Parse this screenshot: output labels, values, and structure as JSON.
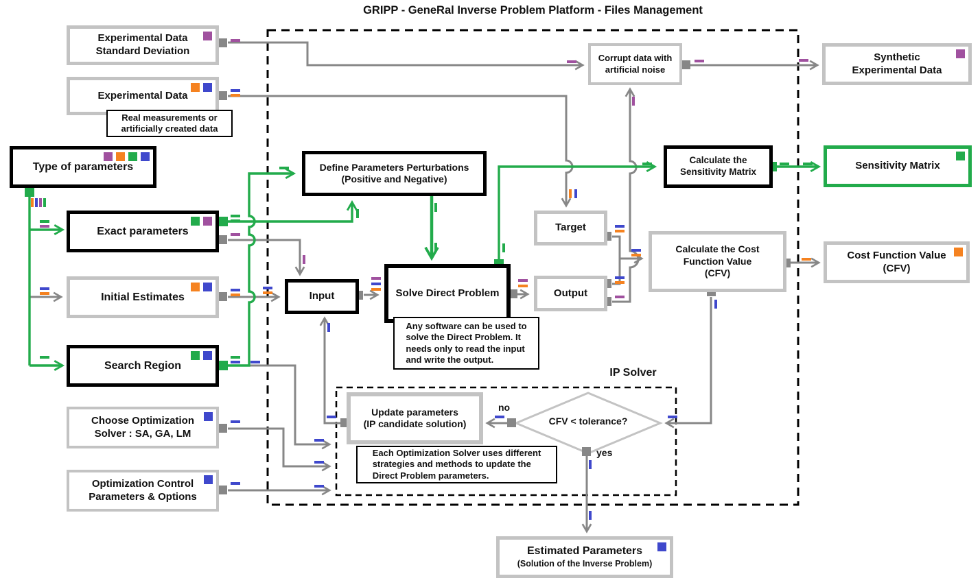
{
  "title": "GRIPP - GeneRal Inverse Problem Platform - Files Management",
  "palette": {
    "purple": "#A0519F",
    "orange": "#F58220",
    "green": "#22AB4B",
    "blue": "#3F48CC",
    "line_gray": "#878787",
    "box_silver": "#C3C3C3",
    "box_black": "#000000"
  },
  "regions": {
    "ip_solver_label": "IP Solver"
  },
  "decision": {
    "label": "CFV < tolerance?",
    "no_label": "no",
    "yes_label": "yes"
  },
  "nodes": {
    "exp_data_std": {
      "label": "Experimental Data\nStandard Deviation",
      "tags": [
        "purple"
      ]
    },
    "exp_data": {
      "label": "Experimental Data",
      "tags": [
        "orange",
        "blue"
      ]
    },
    "real_note": {
      "label": "Real measurements or\nartificially created data"
    },
    "type_params": {
      "label": "Type of parameters",
      "tags": [
        "purple",
        "orange",
        "green",
        "blue"
      ]
    },
    "exact_params": {
      "label": "Exact parameters",
      "tags": [
        "green",
        "purple"
      ]
    },
    "initial_estimates": {
      "label": "Initial Estimates",
      "tags": [
        "orange",
        "blue"
      ]
    },
    "search_region": {
      "label": "Search Region",
      "tags": [
        "green",
        "blue"
      ]
    },
    "choose_solver": {
      "label": "Choose Optimization\nSolver : SA, GA, LM",
      "tags": [
        "blue"
      ]
    },
    "opt_control": {
      "label": "Optimization Control\nParameters & Options",
      "tags": [
        "blue"
      ]
    },
    "define_perturb": {
      "label": "Define Parameters Perturbations\n(Positive and Negative)"
    },
    "input": {
      "label": "Input"
    },
    "solve_direct": {
      "label": "Solve Direct Problem"
    },
    "solve_note": {
      "label": "Any software can be used to\nsolve the Direct Problem. It\nneeds only to read the input\nand write the output."
    },
    "target": {
      "label": "Target"
    },
    "output": {
      "label": "Output"
    },
    "corrupt": {
      "label": "Corrupt data with\nartificial noise"
    },
    "calc_sens": {
      "label": "Calculate the\nSensitivity Matrix"
    },
    "calc_cfv": {
      "label": "Calculate the Cost\nFunction Value\n(CFV)"
    },
    "update_params": {
      "label": "Update parameters\n(IP candidate solution)"
    },
    "update_note": {
      "label": "Each Optimization Solver uses different\nstrategies and methods to update the\nDirect Problem parameters."
    },
    "synthetic": {
      "label": "Synthetic\nExperimental Data",
      "tags": [
        "purple"
      ]
    },
    "sens_matrix": {
      "label": "Sensitivity Matrix",
      "tags": [
        "green"
      ]
    },
    "cfv_out": {
      "label": "Cost Function Value\n(CFV)",
      "tags": [
        "orange"
      ]
    },
    "est_params": {
      "label": "Estimated Parameters",
      "sublabel": "(Solution of the Inverse Problem)",
      "tags": [
        "blue"
      ]
    }
  }
}
